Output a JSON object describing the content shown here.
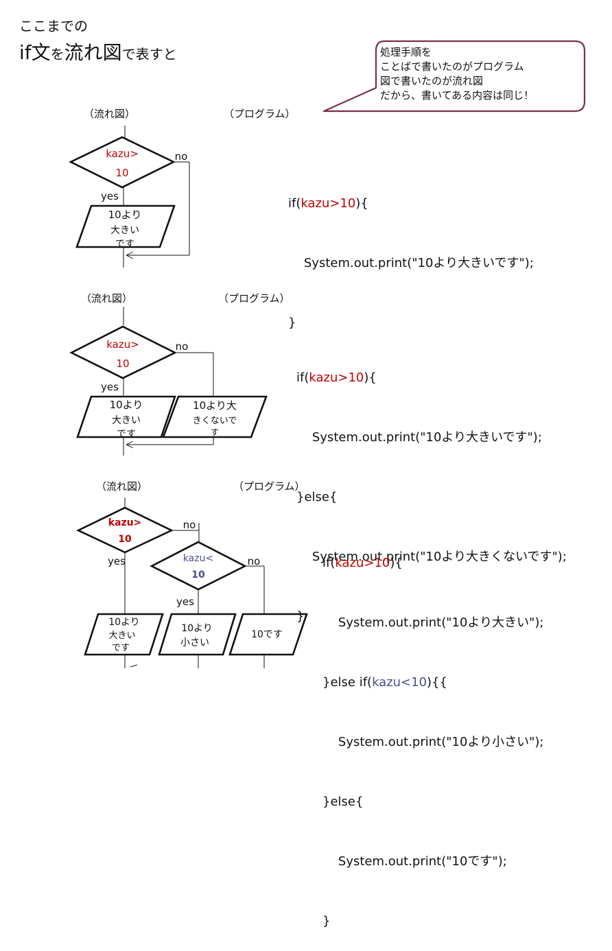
{
  "header": {
    "line1": "ここまでの",
    "line2_parts": [
      "if",
      "文",
      "を",
      "流れ図",
      "で表すと"
    ]
  },
  "bubble": {
    "lines": [
      "処理手順を",
      "ことばで書いたのがプログラム",
      "図で書いたのが流れ図",
      "だから、書いてある内容は同じ！"
    ]
  },
  "labels": {
    "flow": "（流れ図）",
    "program": "（プログラム）"
  },
  "flow1": {
    "cond_top": "kazu>",
    "cond_bottom": "10",
    "no": "no",
    "yes": "yes",
    "out_lines": [
      "10より",
      "大きい",
      "です"
    ]
  },
  "flow2": {
    "cond_top": "kazu>",
    "cond_bottom": "10",
    "no": "no",
    "yes": "yes",
    "out_a_lines": [
      "10より",
      "大きい",
      "です"
    ],
    "out_b_lines": [
      "10より大",
      "きくないで",
      "す"
    ]
  },
  "flow3": {
    "cond1_top": "kazu>",
    "cond1_bottom": "10",
    "no1": "no",
    "yes1": "yes",
    "cond2_top": "kazu<",
    "cond2_bottom": "10",
    "no2": "no",
    "yes2": "yes",
    "out_a_lines": [
      "10より",
      "大きい",
      "です"
    ],
    "out_b_lines": [
      "10より",
      "小さい"
    ],
    "out_c_lines": [
      "10です"
    ]
  },
  "code1": {
    "l1_a": "if(",
    "l1_b": "kazu>10",
    "l1_c": "){",
    "l2": "    System.out.print(\"10より大きいです\");",
    "l3": "}"
  },
  "code2": {
    "l1_a": "if(",
    "l1_b": "kazu>10",
    "l1_c": "){",
    "l2": "    System.out.print(\"10より大きいです\");",
    "l3": "}else{",
    "l4": "    System.out.print(\"10より大きくないです\");",
    "l5": "}"
  },
  "code3": {
    "l1_a": "if(",
    "l1_b": "kazu>10",
    "l1_c": "){",
    "l2": "    System.out.print(\"10より大きい\");",
    "l3_a": "}else if(",
    "l3_b": "kazu<10",
    "l3_c": "){{",
    "l4": "    System.out.print(\"10より小さい\");",
    "l5": "}else{",
    "l6": "    System.out.print(\"10です\");",
    "l7": "}"
  },
  "colors": {
    "cond_red": "#c00000",
    "cond_blue": "#4a4f8a",
    "bubble_border": "#7b3046"
  }
}
